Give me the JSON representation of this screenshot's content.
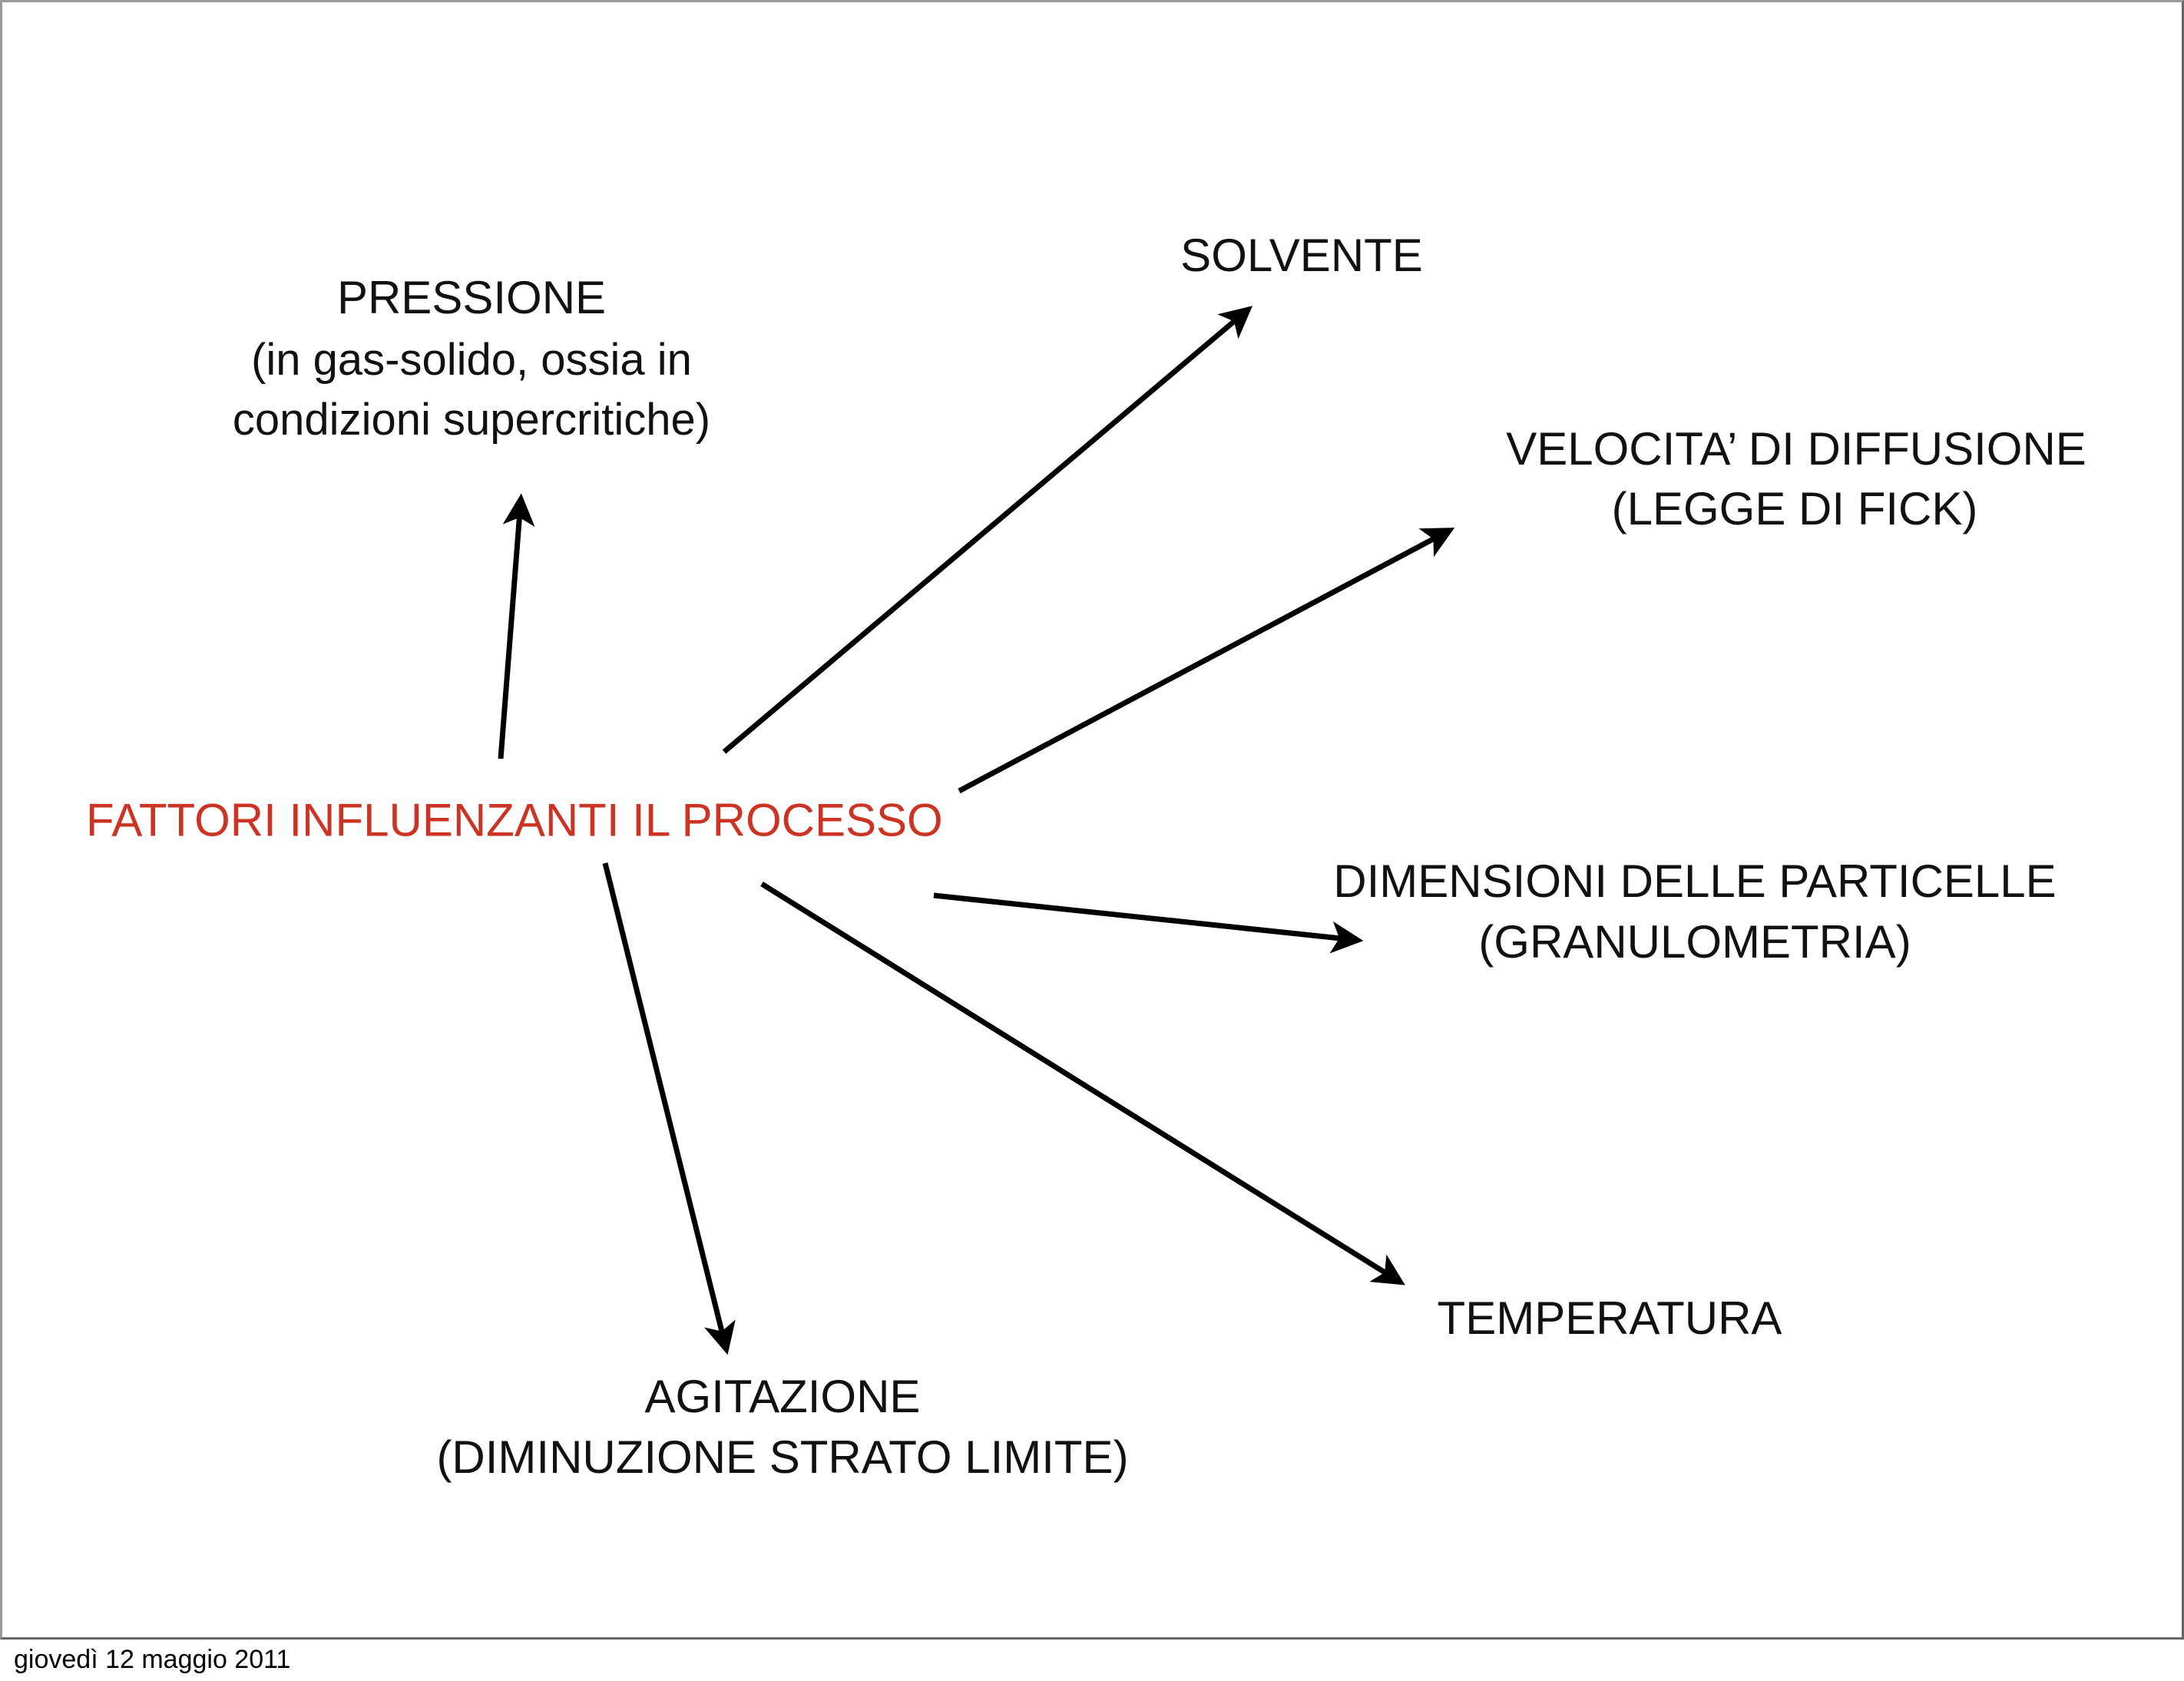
{
  "center": {
    "label": "FATTORI INFLUENZANTI IL PROCESSO",
    "color": "#cc3322"
  },
  "factors": {
    "pressione": {
      "title": "PRESSIONE",
      "line2": "(in gas-solido, ossia in",
      "line3": "condizioni supercritiche)"
    },
    "solvente": {
      "title": "SOLVENTE"
    },
    "velocita": {
      "title": "VELOCITA’ DI DIFFUSIONE",
      "line2": "(LEGGE DI FICK)"
    },
    "dimensioni": {
      "title": "DIMENSIONI DELLE PARTICELLE",
      "line2": "(GRANULOMETRIA)"
    },
    "temperatura": {
      "title": "TEMPERATURA"
    },
    "agitazione": {
      "title": "AGITAZIONE",
      "line2": "(DIMINUZIONE STRATO LIMITE)"
    }
  },
  "footer": {
    "date": "giovedì 12 maggio 2011"
  }
}
